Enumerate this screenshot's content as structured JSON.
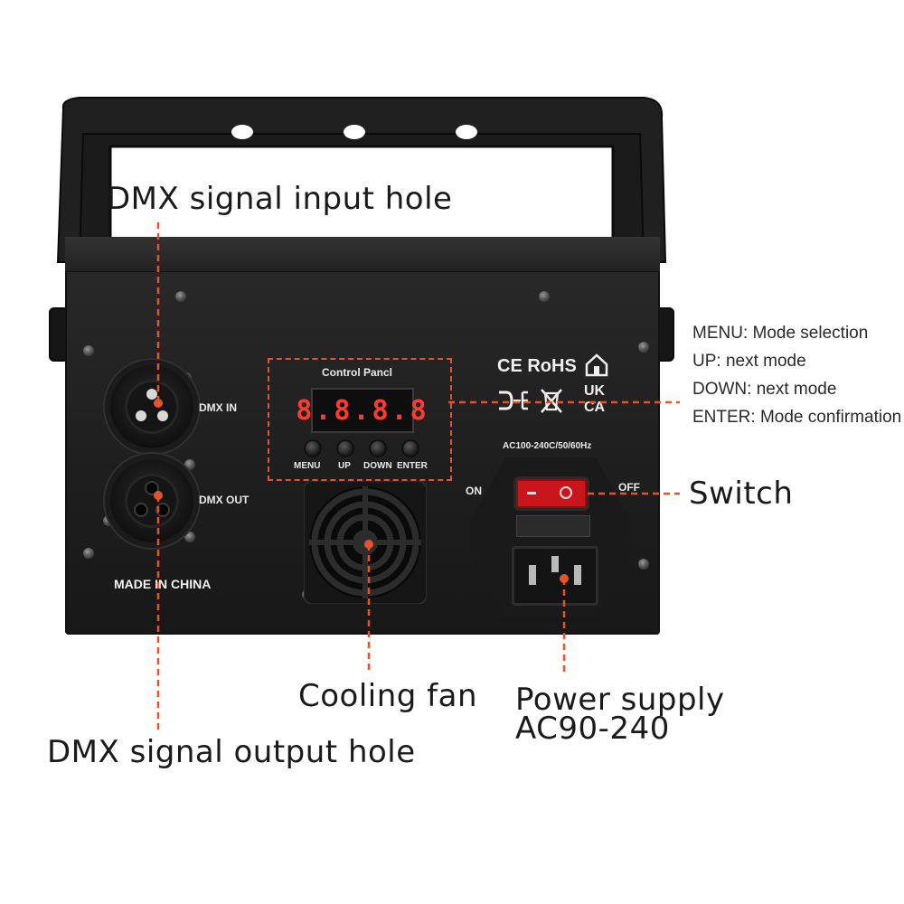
{
  "callouts": {
    "dmx_input": "DMX signal input hole",
    "dmx_output": "DMX signal output hole",
    "cooling_fan": "Cooling fan",
    "power_supply_line1": "Power supply",
    "power_supply_line2": "AC90-240",
    "switch": "Switch"
  },
  "side_notes": [
    "MENU: Mode selection",
    "UP: next mode",
    "DOWN: next mode",
    "ENTER: Mode confirmation"
  ],
  "device": {
    "dmx_in_label": "DMX IN",
    "dmx_out_label": "DMX OUT",
    "made_in": "MADE IN CHINA",
    "control_panel_label": "Control Pancl",
    "display_readout": "8.8.8.8",
    "buttons": [
      "MENU",
      "UP",
      "DOWN",
      "ENTER"
    ],
    "power_rating": "AC100-240C/50/60Hz",
    "switch_on": "ON",
    "switch_off": "OFF",
    "cert_ce_rohs": "CE RoHS",
    "cert_ukca_1": "UK",
    "cert_ukca_2": "CA"
  },
  "colors": {
    "leader_line": "#e2532f",
    "led_digits": "#ff3b30",
    "switch_red": "#c9161c",
    "device_body": "#1e1e1e"
  }
}
